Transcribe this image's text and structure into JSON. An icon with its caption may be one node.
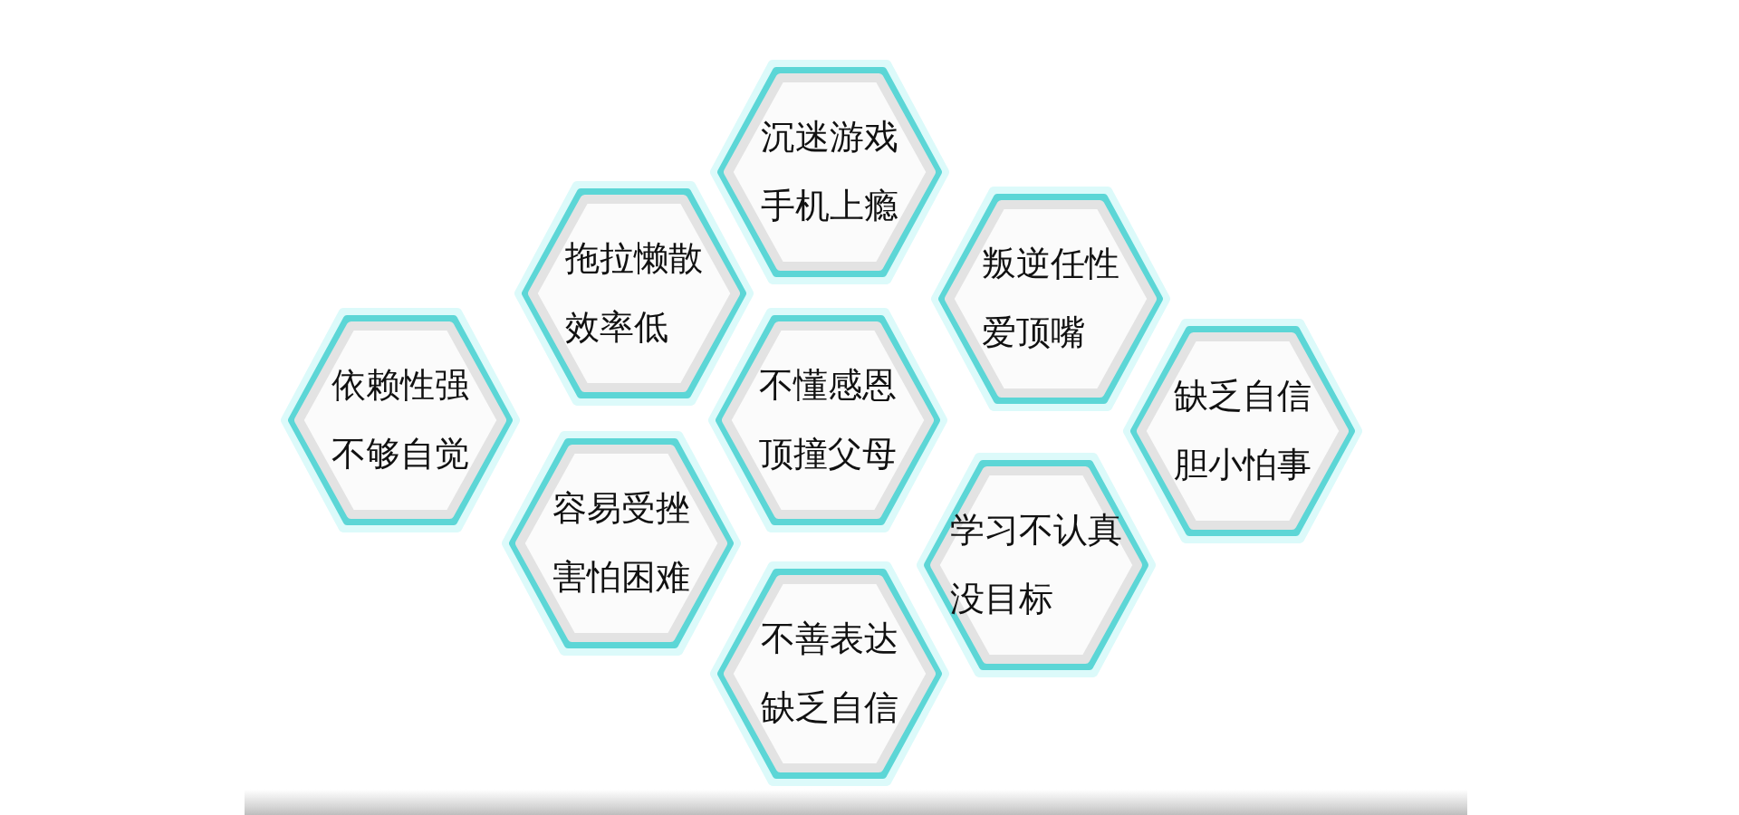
{
  "diagram": {
    "nodes": [
      {
        "text": [
          "沉迷游戏",
          "手机上瘾"
        ]
      },
      {
        "text": [
          "拖拉懒散",
          "效率低"
        ]
      },
      {
        "text": [
          "叛逆任性",
          "爱顶嘴"
        ]
      },
      {
        "text": [
          "依赖性强",
          "不够自觉"
        ]
      },
      {
        "text": [
          "不懂感恩",
          "顶撞父母"
        ]
      },
      {
        "text": [
          "缺乏自信",
          "胆小怕事"
        ]
      },
      {
        "text": [
          "容易受挫",
          "害怕困难"
        ]
      },
      {
        "text": [
          "学习不认真",
          "没目标"
        ]
      },
      {
        "text": [
          "不善表达",
          "缺乏自信"
        ]
      }
    ]
  }
}
